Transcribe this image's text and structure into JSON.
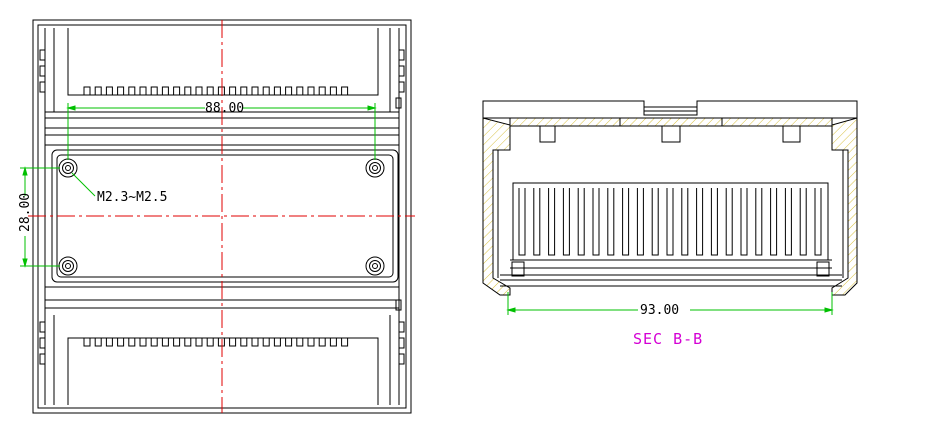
{
  "drawing": {
    "top_view": {
      "dim_width_label": "88.00",
      "dim_height_label": "28.00",
      "hole_label": "M2.3~M2.5"
    },
    "section_view": {
      "dim_width_label": "93.00",
      "section_label": "SEC B-B"
    },
    "colors": {
      "outline": "#000000",
      "dimension": "#00c000",
      "centerline": "#e00000",
      "section_label": "#d400d4",
      "hatch": "#d8c040"
    }
  }
}
